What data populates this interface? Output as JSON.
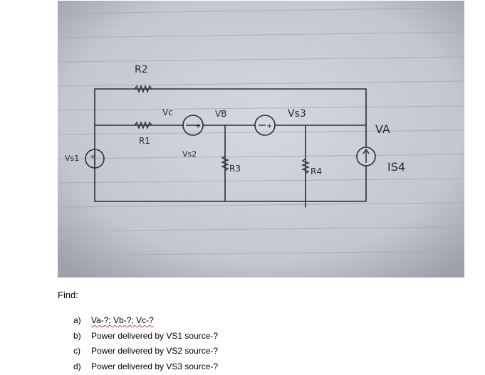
{
  "diagram": {
    "labels": {
      "r2": "R2",
      "r1": "R1",
      "vc": "Vc",
      "vb": "VB",
      "vs3": "Vs3",
      "va": "VA",
      "vs1": "Vs1",
      "vs2": "Vs2",
      "r3": "R3",
      "r4": "R4",
      "is4": "IS4"
    }
  },
  "find": {
    "label": "Find:",
    "questions": [
      {
        "letter": "a)",
        "text": "Va-?; Vb-?; Vc-?"
      },
      {
        "letter": "b)",
        "text": "Power delivered by VS1 source-?"
      },
      {
        "letter": "c)",
        "text": "Power delivered by VS2 source-?"
      },
      {
        "letter": "d)",
        "text": "Power delivered by VS3 source-?"
      }
    ]
  },
  "colors": {
    "paper": "#cfd2d9",
    "rule_line": "#9ea3b0",
    "ink": "#2a2a30",
    "spellcheck": "#d24a4a"
  }
}
